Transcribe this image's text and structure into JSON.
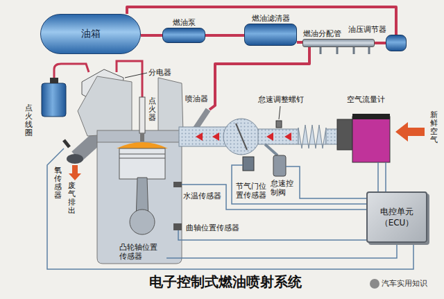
{
  "diagram": {
    "title": "电子控制式燃油喷射系统",
    "nodes": [
      {
        "text": [
          "油箱"
        ]
      },
      {
        "text": [
          "燃油泵"
        ]
      },
      {
        "text": [
          "燃油滤清器"
        ]
      },
      {
        "text": [
          "燃油分配管"
        ]
      },
      {
        "text": [
          "油压调节器"
        ]
      },
      {
        "text": [
          "电控单元",
          "（ECU）"
        ]
      }
    ],
    "edges": [
      {
        "from": 0,
        "to": 1,
        "arrow": "none"
      },
      {
        "from": 1,
        "to": 2,
        "arrow": "none"
      },
      {
        "from": 2,
        "to": 3,
        "arrow": "none"
      },
      {
        "from": 3,
        "to": 4,
        "arrow": "none"
      },
      {
        "from": 4,
        "to": 0,
        "arrow": "none"
      }
    ],
    "labels": [
      "分电器",
      "点火器",
      "喷油器",
      "点火线圈",
      "氧传感器",
      "废气排出",
      "水温传感器",
      "凸轮轴位置传感器",
      "曲轴位置传感器",
      "怠速调整螺钉",
      "空气流量计",
      "新鲜空气",
      "节气门位置传感器",
      "怠速控制阀",
      "汽车实用知识"
    ]
  }
}
